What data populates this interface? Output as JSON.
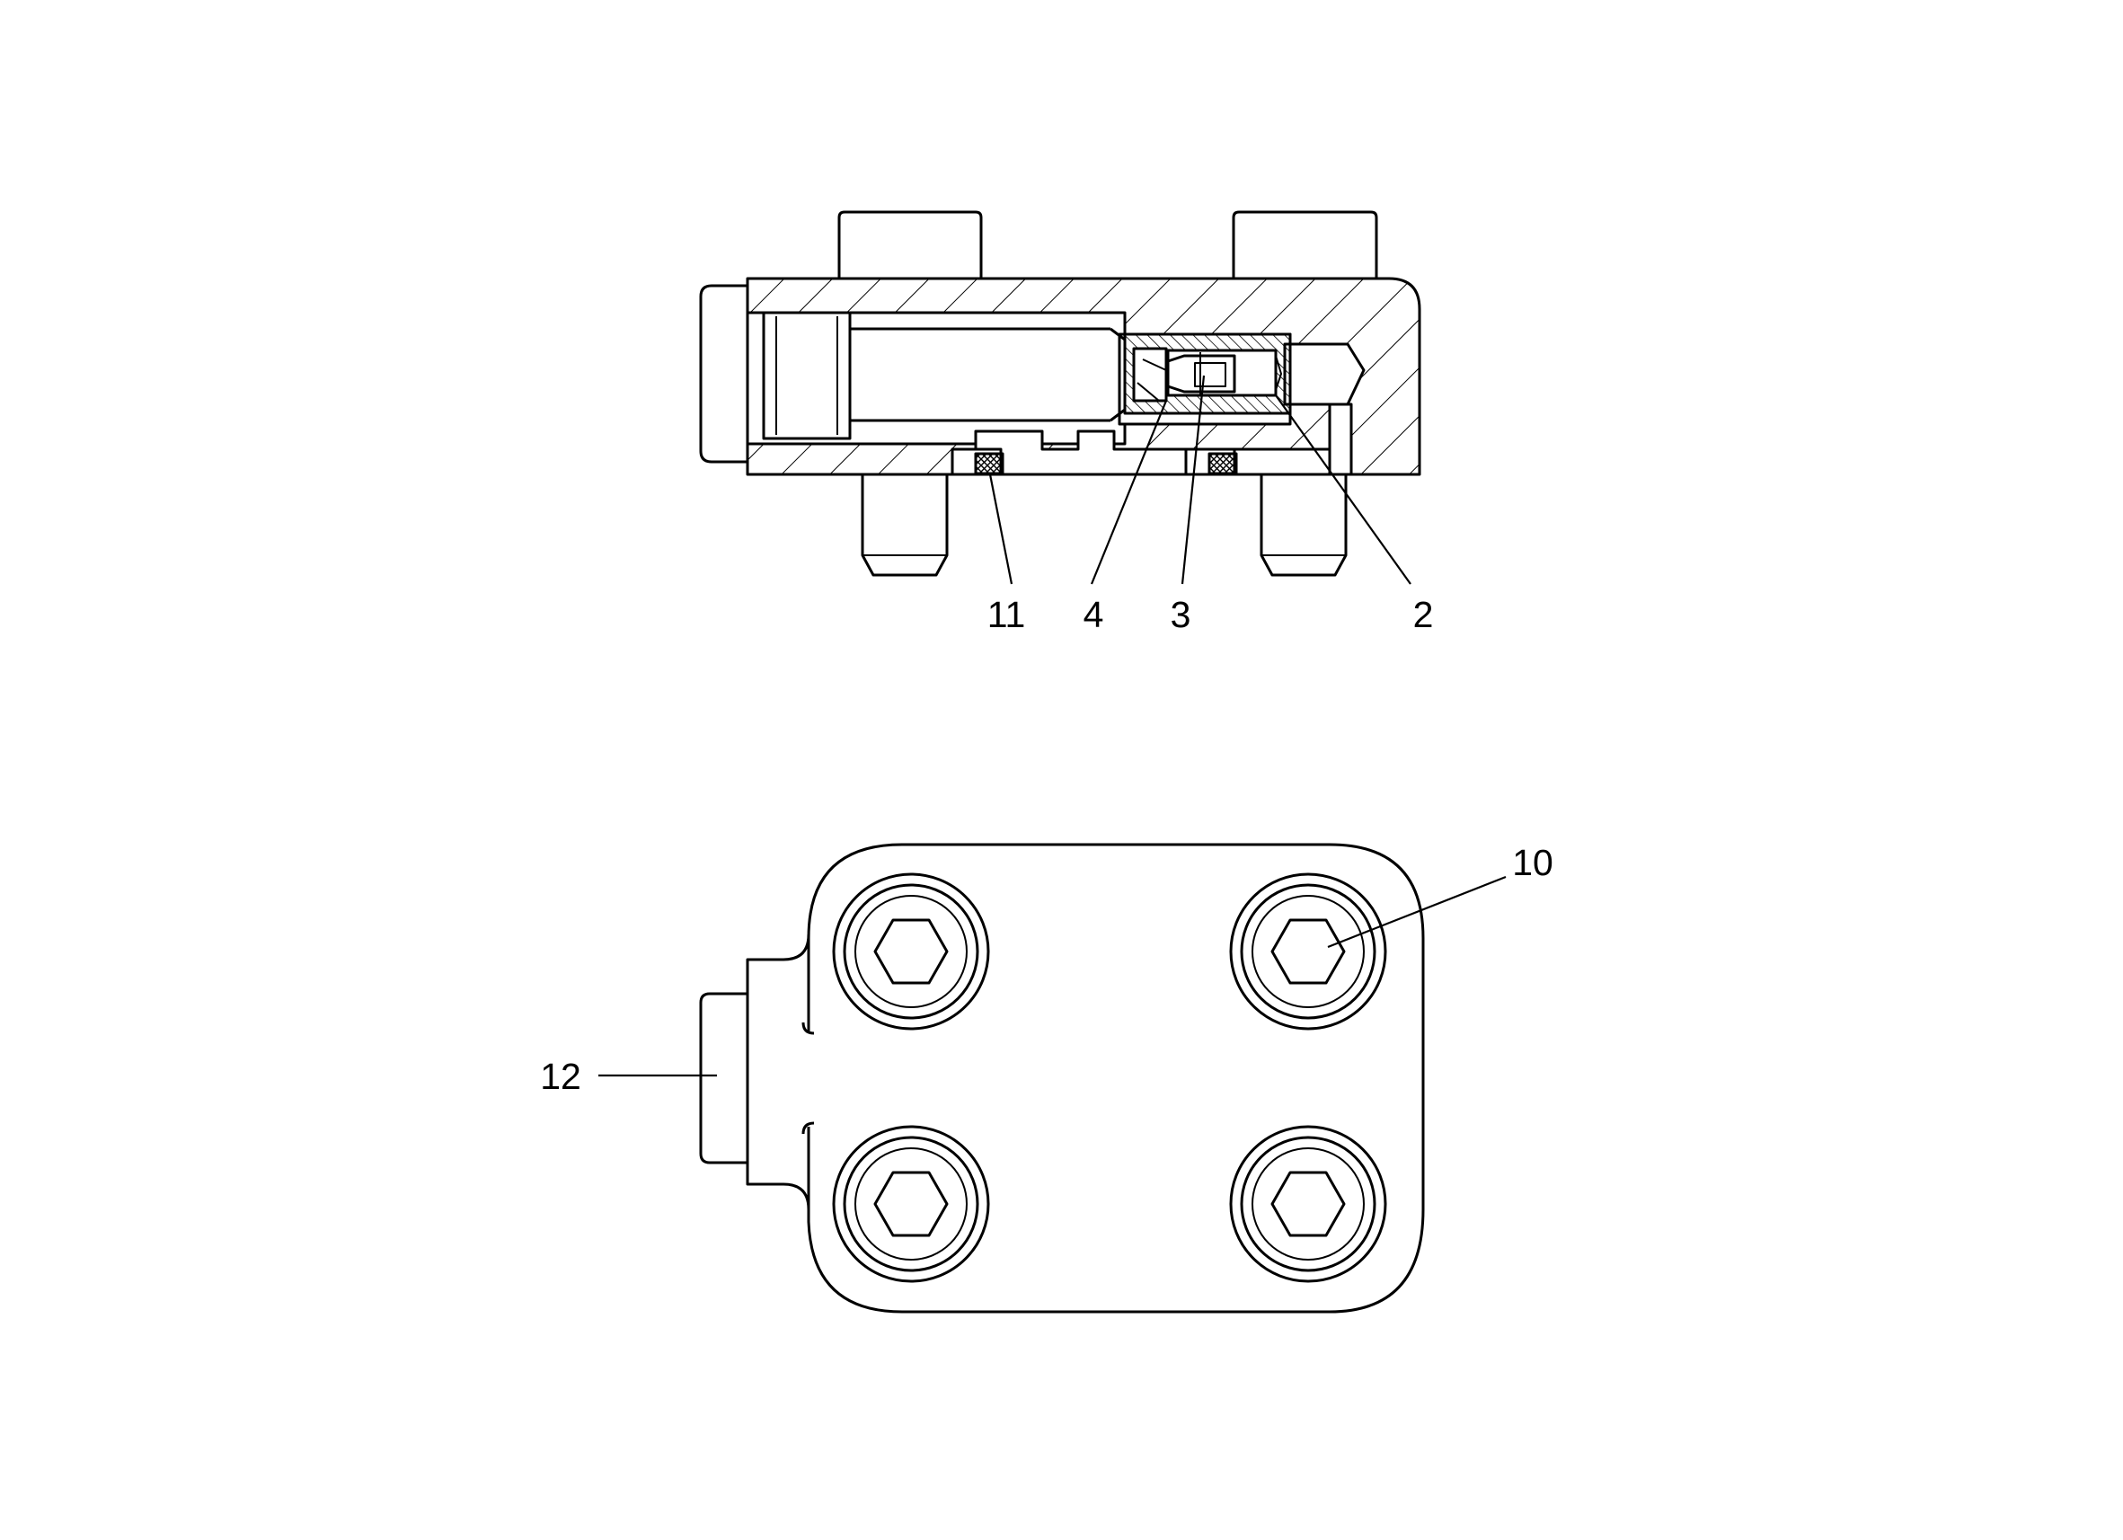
{
  "diagram": {
    "section_view": {
      "callouts": {
        "seal": "11",
        "ball_seat": "4",
        "check_ball": "3",
        "valve_cartridge": "2"
      }
    },
    "plan_view": {
      "callouts": {
        "cap_screw": "10",
        "port_boss": "12"
      }
    },
    "colors": {
      "line": "#000000",
      "background": "#ffffff"
    },
    "icons": [
      "hex-socket-icon"
    ]
  }
}
